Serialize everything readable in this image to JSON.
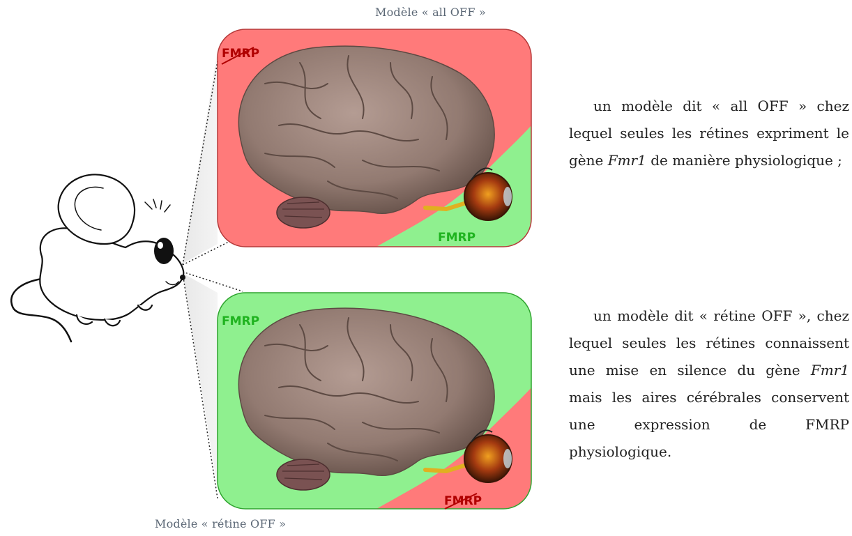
{
  "captions": {
    "top_model": "Modèle « all OFF »",
    "bottom_model": "Modèle « rétine OFF »"
  },
  "panels": {
    "top": {
      "brain_label": "FMRP",
      "brain_state": "absent",
      "retina_label": "FMRP",
      "retina_state": "present"
    },
    "bottom": {
      "brain_label": "FMRP",
      "brain_state": "present",
      "retina_label": "FMRP",
      "retina_state": "absent"
    }
  },
  "colors": {
    "off_region": "#ff7a7a",
    "on_region": "#8ff08f",
    "off_label": "#b00000",
    "on_label": "#1fb31f",
    "brain": "#9c857d",
    "brain_dark": "#6e5a53"
  },
  "text": {
    "para_top_before": "un modèle dit « all OFF » chez lequel seules les rétines expriment le gène ",
    "para_top_gene": "Fmr1",
    "para_top_after": " de manière physiologique ;",
    "para_bottom_before": "un modèle dit « rétine OFF », chez lequel seules les rétines connaissent une mise en silence du gène ",
    "para_bottom_gene": "Fmr1",
    "para_bottom_after": " mais les aires cérébrales conservent une expression de FMRP physiologique."
  },
  "icons": [
    "mouse-icon",
    "brain-icon",
    "eye-icon"
  ]
}
